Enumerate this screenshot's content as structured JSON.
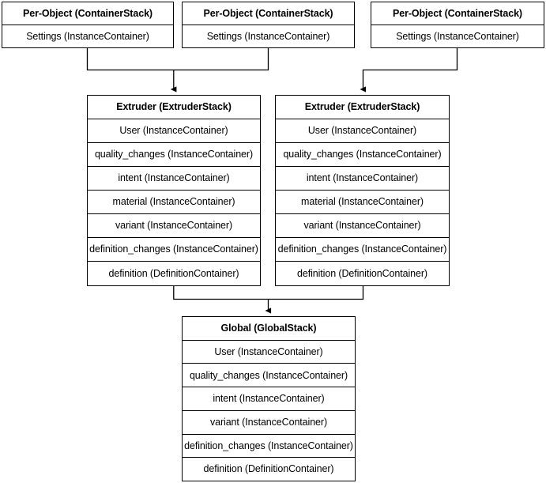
{
  "diagram": {
    "type": "container-stack-hierarchy",
    "background_color": "#ffffff",
    "line_color": "#000000",
    "text_color": "#000000",
    "nodes": [
      {
        "id": "per-object-1",
        "header": "Per-Object (ContainerStack)",
        "rows": [
          "Settings (InstanceContainer)"
        ]
      },
      {
        "id": "per-object-2",
        "header": "Per-Object (ContainerStack)",
        "rows": [
          "Settings (InstanceContainer)"
        ]
      },
      {
        "id": "per-object-3",
        "header": "Per-Object (ContainerStack)",
        "rows": [
          "Settings (InstanceContainer)"
        ]
      },
      {
        "id": "extruder-1",
        "header": "Extruder (ExtruderStack)",
        "rows": [
          "User (InstanceContainer)",
          "quality_changes (InstanceContainer)",
          "intent (InstanceContainer)",
          "material (InstanceContainer)",
          "variant (InstanceContainer)",
          "definition_changes (InstanceContainer)",
          "definition (DefinitionContainer)"
        ]
      },
      {
        "id": "extruder-2",
        "header": "Extruder (ExtruderStack)",
        "rows": [
          "User (InstanceContainer)",
          "quality_changes (InstanceContainer)",
          "intent (InstanceContainer)",
          "material (InstanceContainer)",
          "variant (InstanceContainer)",
          "definition_changes (InstanceContainer)",
          "definition (DefinitionContainer)"
        ]
      },
      {
        "id": "global",
        "header": "Global (GlobalStack)",
        "rows": [
          "User (InstanceContainer)",
          "quality_changes (InstanceContainer)",
          "intent (InstanceContainer)",
          "variant (InstanceContainer)",
          "definition_changes (InstanceContainer)",
          "definition (DefinitionContainer)"
        ]
      }
    ],
    "edges": [
      {
        "from": "per-object-1",
        "to": "extruder-1"
      },
      {
        "from": "per-object-2",
        "to": "extruder-1"
      },
      {
        "from": "per-object-3",
        "to": "extruder-2"
      },
      {
        "from": "extruder-1",
        "to": "global"
      },
      {
        "from": "extruder-2",
        "to": "global"
      }
    ]
  }
}
